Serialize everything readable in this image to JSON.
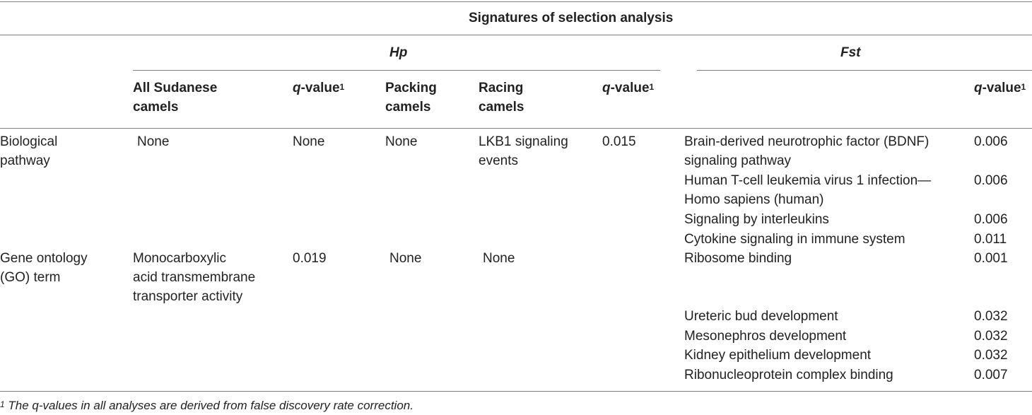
{
  "header": {
    "main": "Signatures of selection analysis",
    "hp": "Hp",
    "fst": "Fst",
    "col_all": [
      "All Sudanese",
      "camels"
    ],
    "col_q_italic": "q",
    "col_q_rest": "-value",
    "col_q_sup": "1",
    "col_packing": [
      "Packing",
      "camels"
    ],
    "col_racing": [
      "Racing",
      "camels"
    ]
  },
  "rows": {
    "bio": {
      "label": [
        "Biological",
        "pathway"
      ],
      "all": "None",
      "q1": "None",
      "packing": "None",
      "racing": [
        "LKB1 signaling",
        "events"
      ],
      "q2": "0.015",
      "fst_items": [
        {
          "term": [
            "Brain-derived neurotrophic factor (BDNF)",
            "signaling pathway"
          ],
          "q": "0.006"
        },
        {
          "term": [
            "Human T-cell leukemia virus 1 infection—",
            "Homo sapiens (human)"
          ],
          "q": "0.006"
        },
        {
          "term": [
            "Signaling by interleukins"
          ],
          "q": "0.006"
        },
        {
          "term": [
            "Cytokine signaling in immune system"
          ],
          "q": "0.011"
        }
      ]
    },
    "go": {
      "label": [
        "Gene ontology",
        "(GO) term"
      ],
      "all": [
        "Monocarboxylic",
        "acid transmembrane",
        "transporter activity"
      ],
      "q1": "0.019",
      "packing": "None",
      "racing": "None",
      "fst_items": [
        {
          "term": "Ribosome binding",
          "q": "0.001"
        },
        {
          "term": "Ureteric bud development",
          "q": "0.032"
        },
        {
          "term": "Mesonephros development",
          "q": "0.032"
        },
        {
          "term": "Kidney epithelium development",
          "q": "0.032"
        },
        {
          "term": "Ribonucleoprotein complex binding",
          "q": "0.007"
        }
      ]
    }
  },
  "footnote": {
    "sup": "1",
    "text": " The q-values in all analyses are derived from false discovery rate correction."
  }
}
